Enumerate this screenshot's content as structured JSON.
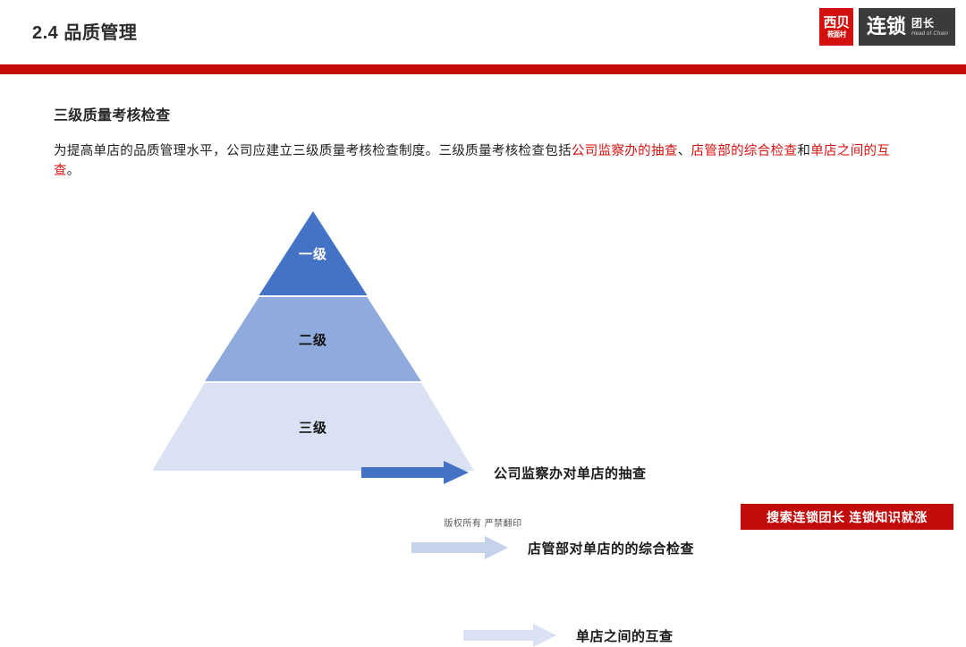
{
  "header": {
    "title": "2.4 品质管理",
    "logo": {
      "brand_cn_top": "西贝",
      "brand_cn_bottom": "莜面村",
      "chain_cn": "连锁",
      "chain_cn_small": "团长",
      "chain_en": "Head of Chain",
      "brand_red": "#d2110f",
      "chain_dark": "#3b3b3b"
    },
    "rule_color": "#c50a0a"
  },
  "content": {
    "heading": "三级质量考核检查",
    "paragraph": {
      "seg1": "为提高单店的品质管理水平，公司应建立三级质量考核检查制度。三级质量考核检查包括",
      "seg2_hl": "公司监察办的抽查",
      "seg3": "、",
      "seg4_hl": "店管部的综合检查",
      "seg5": "和",
      "seg6_hl": "单店之间的互查",
      "seg7": "。",
      "highlight_color": "#d61010"
    }
  },
  "diagram": {
    "tiers": [
      {
        "label": "一级",
        "color": "#4472c4",
        "text_color": "#ffffff"
      },
      {
        "label": "二级",
        "color": "#8faadc",
        "text_color": "#111111"
      },
      {
        "label": "三级",
        "color": "#d9e1f2",
        "text_color": "#111111"
      }
    ],
    "rows": [
      {
        "caption": "公司监察办对单店的抽查",
        "arrow_color": "#4472c4",
        "arrow_width": 120
      },
      {
        "caption": "店管部对单店的的综合检查",
        "arrow_color": "#c5d3ea",
        "arrow_width": 108
      },
      {
        "caption": "单店之间的互查",
        "arrow_color": "#d9e1f2",
        "arrow_width": 104
      }
    ]
  },
  "footer": {
    "copyright": "版权所有 严禁翻印",
    "promo": "搜索连锁团长 连锁知识就涨",
    "promo_color": "#c20c0c"
  }
}
